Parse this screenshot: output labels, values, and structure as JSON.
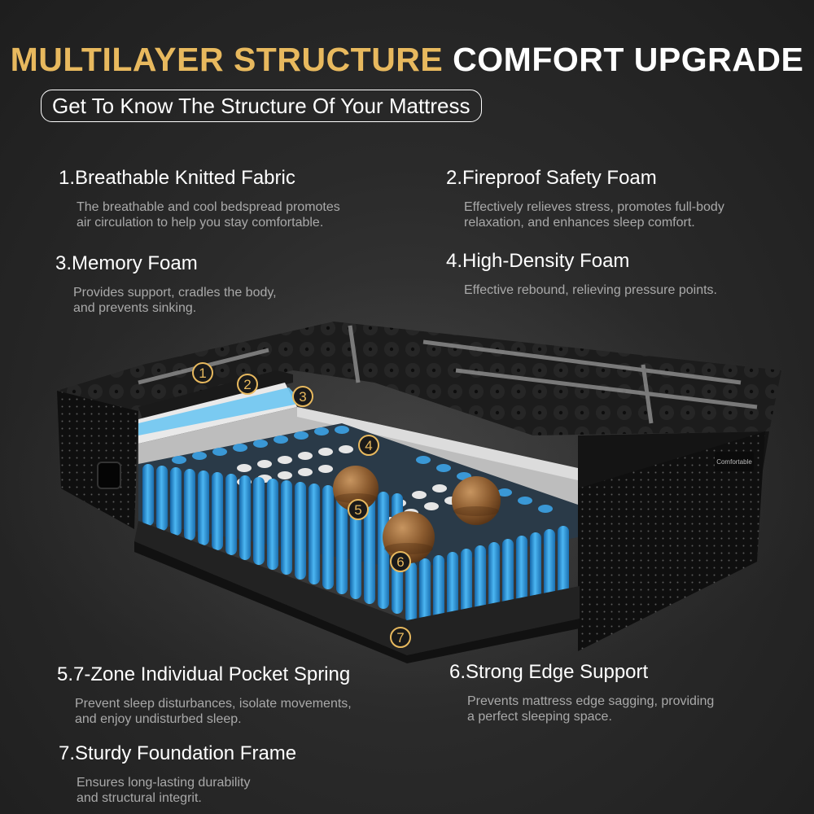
{
  "header": {
    "title_highlight": "MULTILAYER STRUCTURE",
    "title_rest": "COMFORT UPGRADE",
    "subtitle": "Get To Know The Structure Of Your Mattress"
  },
  "features": [
    {
      "title": "1.Breathable Knitted Fabric",
      "desc_lines": [
        "The breathable and cool bedspread promotes",
        "air circulation to help you stay comfortable."
      ]
    },
    {
      "title": "2.Fireproof Safety Foam",
      "desc_lines": [
        "Effectively relieves stress, promotes full-body",
        "relaxation, and enhances sleep comfort."
      ]
    },
    {
      "title": "3.Memory Foam",
      "desc_lines": [
        "Provides support, cradles the body,",
        "and prevents sinking."
      ]
    },
    {
      "title": "4.High-Density Foam",
      "desc_lines": [
        "Effective rebound, relieving pressure points."
      ]
    },
    {
      "title": "5.7-Zone Individual Pocket Spring",
      "desc_lines": [
        "Prevent sleep disturbances, isolate movements,",
        "and enjoy undisturbed sleep."
      ]
    },
    {
      "title": "6.Strong Edge Support",
      "desc_lines": [
        "Prevents mattress edge sagging, providing",
        "a perfect sleeping space."
      ]
    },
    {
      "title": "7.Sturdy Foundation Frame",
      "desc_lines": [
        "Ensures long-lasting durability",
        "and structural integrit."
      ]
    }
  ],
  "callouts": [
    "1",
    "2",
    "3",
    "4",
    "5",
    "6",
    "7"
  ],
  "brand_label": "Comfortable",
  "colors": {
    "accent_gold": "#e8b95e",
    "spring_blue": "#2f9be0",
    "background": "#2a2a2a",
    "description_gray": "#a9a9a9"
  }
}
